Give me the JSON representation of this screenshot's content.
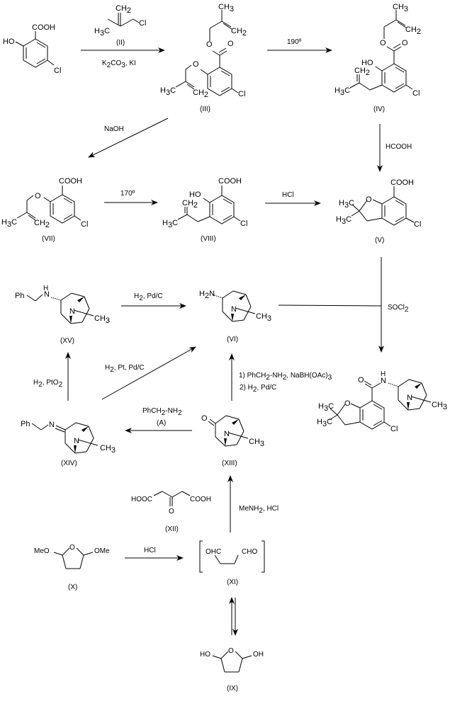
{
  "title": "Synthesis scheme of 5-chloro-2,2-dimethyl-2,3-dihydrobenzofuran-7-carboxamide tropane derivative",
  "compounds": {
    "start": {
      "label": "",
      "groups": {
        "acid": "COOH",
        "hydroxy": "HO",
        "halogen": "Cl"
      }
    },
    "II": {
      "label": "(II)",
      "groups": {
        "top": "CH",
        "top_sub": "2",
        "left": "H",
        "left_sub": "3",
        "left_c": "C",
        "right": "Cl"
      }
    },
    "III": {
      "label": "(III)"
    },
    "IV": {
      "label": "(IV)"
    },
    "V": {
      "label": "(V)"
    },
    "VI": {
      "label": "(VI)"
    },
    "VII": {
      "label": "(VII)"
    },
    "VIII": {
      "label": "(VIII)"
    },
    "IX": {
      "label": "(IX)"
    },
    "X": {
      "label": "(X)"
    },
    "XI": {
      "label": "(XI)"
    },
    "XII": {
      "label": "(XII)"
    },
    "XIII": {
      "label": "(XIII)"
    },
    "XIV": {
      "label": "(XIV)"
    },
    "XV": {
      "label": "(XV)"
    }
  },
  "atoms": {
    "COOH": "COOH",
    "HO": "HO",
    "OH": "OH",
    "Cl": "Cl",
    "O": "O",
    "N": "N",
    "CH": "CH",
    "CH3_C": "C",
    "H": "H",
    "Ph": "Ph",
    "MeO": "MeO",
    "OMe": "OMe",
    "OHC": "OHC",
    "CHO": "CHO",
    "HOOC": "HOOC",
    "H2N": "H",
    "H2N_N": "N",
    "two": "2",
    "three": "3"
  },
  "reagents": {
    "step1_bottom": "K",
    "step1_bottom_sub": "2",
    "step1_bottom_mid": "CO",
    "step1_bottom_sub2": "3",
    "step1_bottom_end": ",  KI",
    "step2": "190º",
    "step3": "NaOH",
    "step4": "HCOOH",
    "step5": "170º",
    "step6": "HCl",
    "step7": "SOCl",
    "step7_sub": "2",
    "step8": "H",
    "step8_sub": "2",
    "step8_end": ", Pd/C",
    "step9": "H",
    "step9_sub": "2",
    "step9_end": ", PtO",
    "step9_sub2": "2",
    "step10": "H",
    "step10_sub": "2",
    "step10_end": ", Pt, Pd/C",
    "step11_line1": "1) PhCH",
    "step11_line1_sub": "2",
    "step11_line1_mid": "-NH",
    "step11_line1_sub2": "2",
    "step11_line1_end": ", NaBH(OAc)",
    "step11_line1_sub3": "3",
    "step11_line2": "2) H",
    "step11_line2_sub": "2",
    "step11_line2_end": ", Pd/C",
    "step12_line1": "PhCH",
    "step12_line1_sub": "2",
    "step12_line1_end": "-NH",
    "step12_line1_sub2": "2",
    "step12_line2": "(A)",
    "step13": "MeNH",
    "step13_sub": "2",
    "step13_end": ", HCl",
    "step14": "HCl"
  }
}
